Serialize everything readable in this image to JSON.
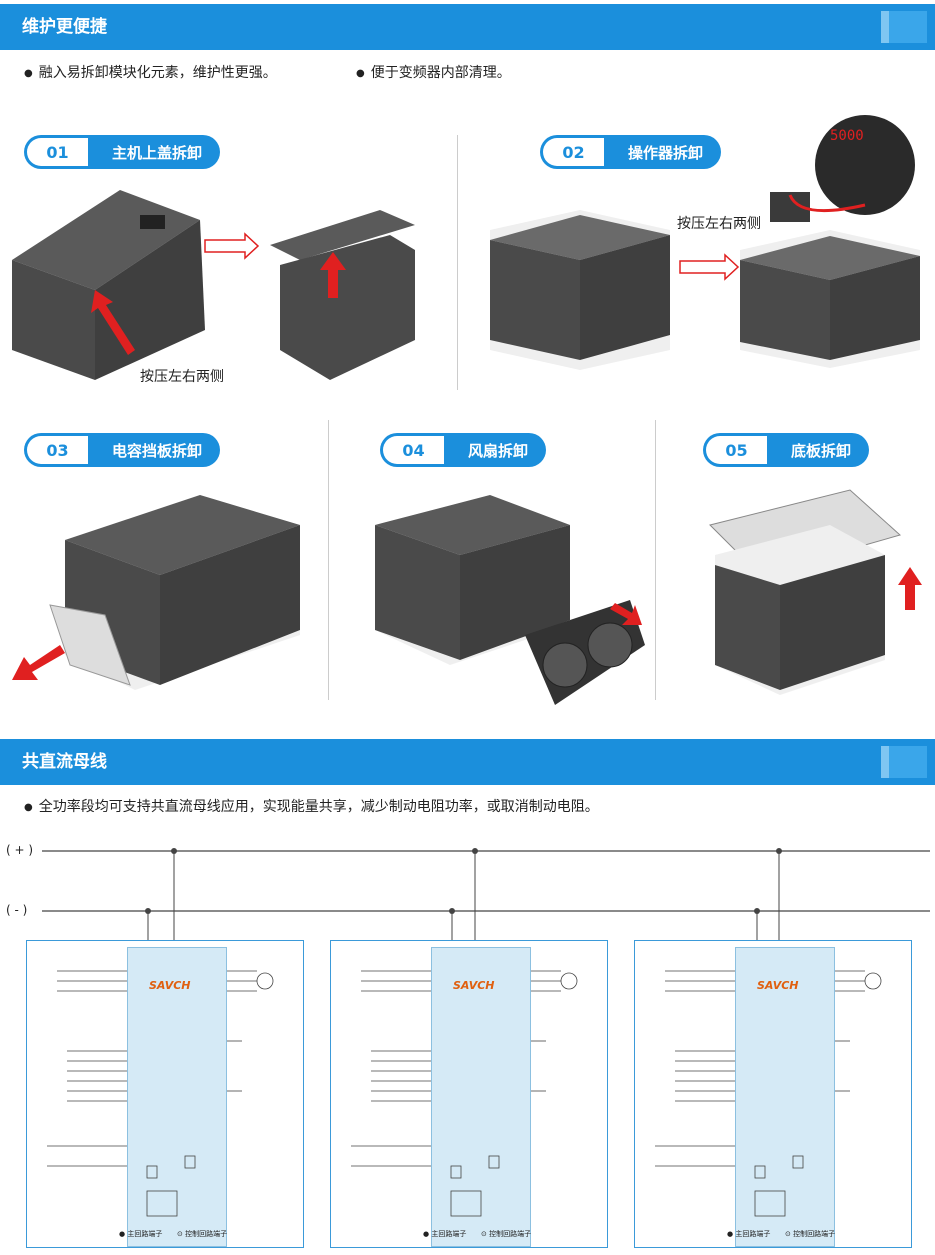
{
  "section1": {
    "title": "维护更便捷",
    "bullets": [
      "融入易拆卸模块化元素，维护性更强。",
      "便于变频器内部清理。"
    ]
  },
  "steps": [
    {
      "num": "01",
      "title": "主机上盖拆卸"
    },
    {
      "num": "02",
      "title": "操作器拆卸"
    },
    {
      "num": "03",
      "title": "电容挡板拆卸"
    },
    {
      "num": "04",
      "title": "风扇拆卸"
    },
    {
      "num": "05",
      "title": "底板拆卸"
    }
  ],
  "captions": {
    "step1": "按压左右两侧",
    "step2": "按压左右两侧"
  },
  "section2": {
    "title": "共直流母线",
    "bullets": [
      "全功率段均可支持共直流母线应用，实现能量共享，减少制动电阻功率，或取消制动电阻。"
    ]
  },
  "bus": {
    "plus": "( + )",
    "minus": "( - )"
  },
  "circuit": {
    "brand": "SAVCH",
    "legend_main": "主回路端子",
    "legend_ctrl": "控制回路端子"
  },
  "colors": {
    "accent": "#1b8fdc",
    "arrow": "#e02020",
    "device": "#4a4a4a"
  }
}
